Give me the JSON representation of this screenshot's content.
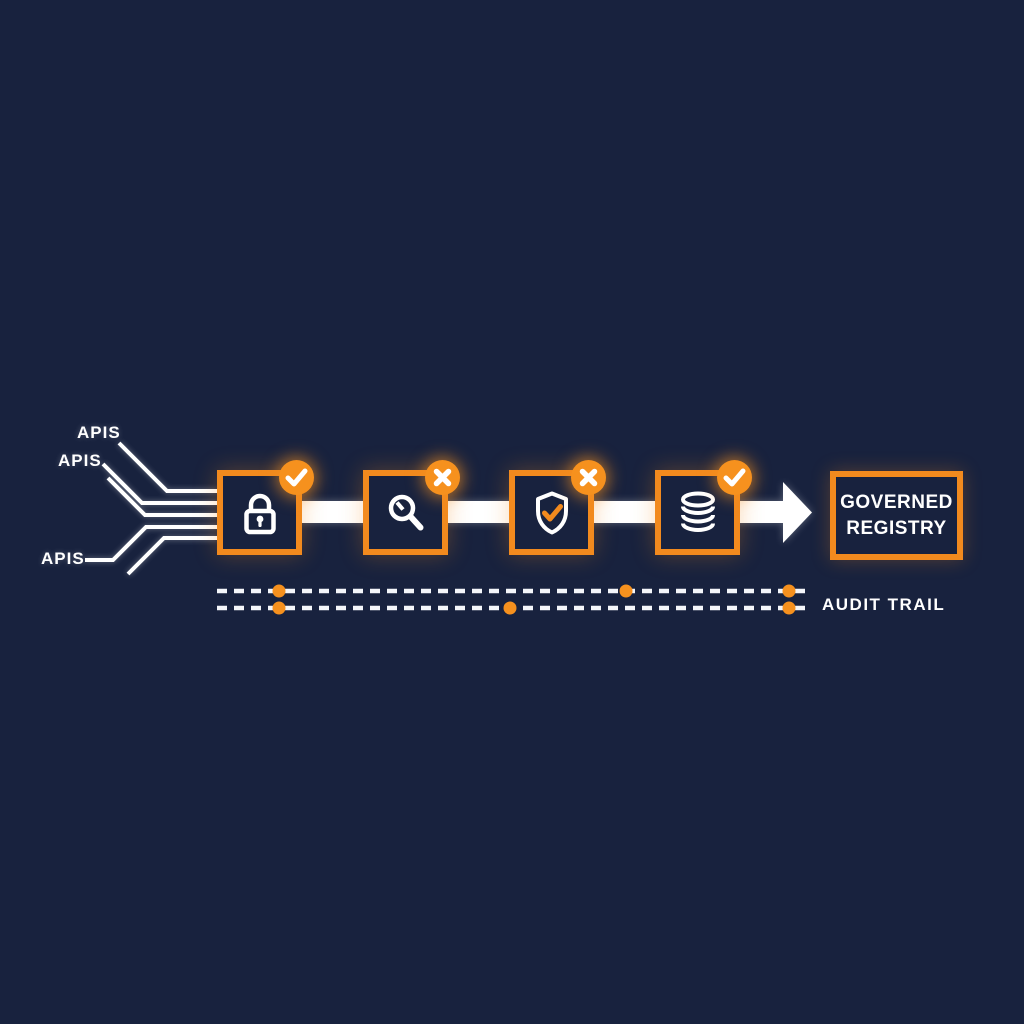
{
  "colors": {
    "background": "#18223E",
    "accent_orange": "#F28A1E",
    "badge_orange": "#F6911E",
    "line_white": "#FFFFFF"
  },
  "inputs": {
    "labels": [
      "APIS",
      "APIS",
      "APIS"
    ]
  },
  "pipeline": {
    "stages": [
      {
        "name": "encryption",
        "icon": "lock-icon",
        "badge": "check"
      },
      {
        "name": "inspection",
        "icon": "search-icon",
        "badge": "x"
      },
      {
        "name": "validation",
        "icon": "shield-check-icon",
        "badge": "x"
      },
      {
        "name": "storage",
        "icon": "database-icon",
        "badge": "check"
      }
    ]
  },
  "registry": {
    "label_line1": "GOVERNED",
    "label_line2": "REGISTRY"
  },
  "audit": {
    "label": "AUDIT TRAIL"
  }
}
